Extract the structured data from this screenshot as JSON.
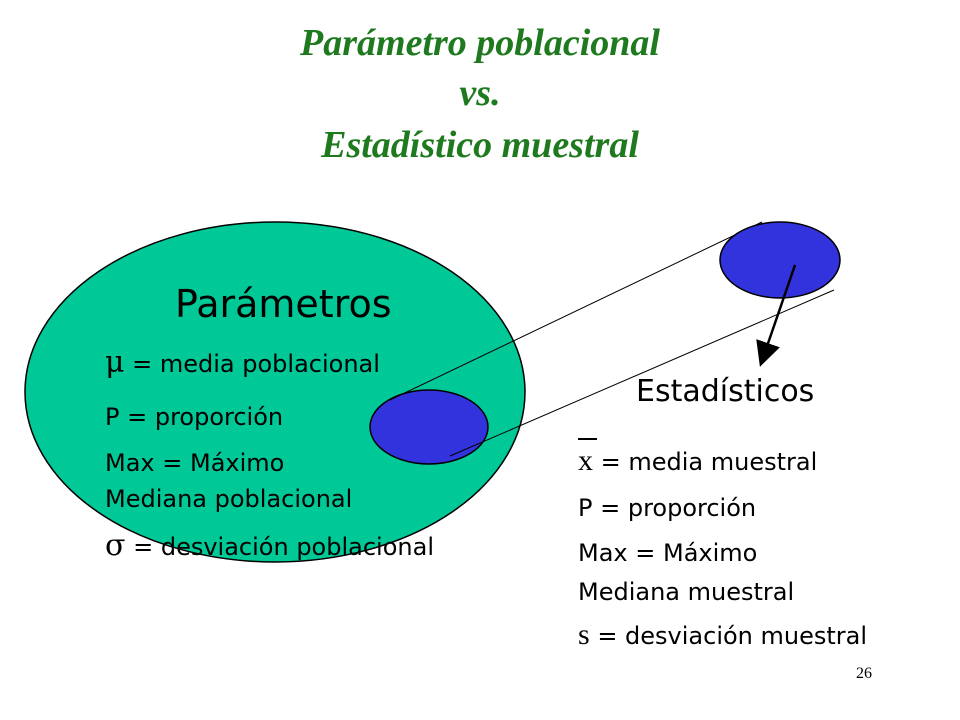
{
  "title": {
    "line1": "Parámetro poblacional",
    "line2": "vs.",
    "line3": "Estadístico muestral"
  },
  "colors": {
    "title": "#1f7a1f",
    "population": "#00c896",
    "sample": "#3333dd"
  },
  "population": {
    "heading": "Parámetros",
    "items": [
      {
        "symbol": "μ",
        "text": " = media poblacional"
      },
      {
        "symbol": "",
        "text": "P = proporción"
      },
      {
        "symbol": "",
        "text": "Max = Máximo"
      },
      {
        "symbol": "",
        "text": "Mediana poblacional"
      },
      {
        "symbol": "σ",
        "text": " = desviación poblacional"
      }
    ]
  },
  "sample": {
    "heading": "Estadísticos",
    "items": [
      {
        "symbol": "x",
        "text": " = media muestral"
      },
      {
        "symbol": "",
        "text": "P = proporción"
      },
      {
        "symbol": "",
        "text": "Max = Máximo"
      },
      {
        "symbol": "",
        "text": "Mediana muestral"
      },
      {
        "symbol": "s",
        "text": " = desviación muestral"
      }
    ]
  },
  "page_number": "26"
}
